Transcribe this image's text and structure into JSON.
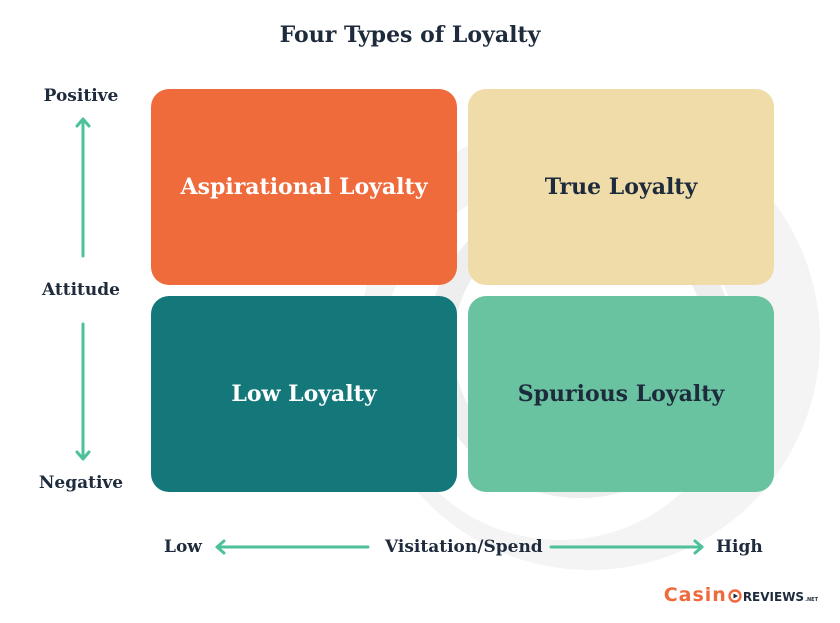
{
  "title": "Four Types of Loyalty",
  "y_axis": {
    "top_label": "Positive",
    "middle_label": "Attitude",
    "bottom_label": "Negative"
  },
  "x_axis": {
    "left_label": "Low",
    "middle_label": "Visitation/Spend",
    "right_label": "High"
  },
  "quadrants": {
    "top_left": {
      "label": "Aspirational Loyalty",
      "color": "#f06b3c",
      "text_color": "#ffffff"
    },
    "top_right": {
      "label": "True Loyalty",
      "color": "#f0dca8",
      "text_color": "#1e2b3c"
    },
    "bottom_left": {
      "label": "Low Loyalty",
      "color": "#14787a",
      "text_color": "#ffffff"
    },
    "bottom_right": {
      "label": "Spurious Loyalty",
      "color": "#69c3a0",
      "text_color": "#1e2b3c"
    }
  },
  "arrow_color": "#4cc19a",
  "logo": {
    "part1": "Casin",
    "part2": "REVIEWS",
    "part3": ".NET"
  }
}
